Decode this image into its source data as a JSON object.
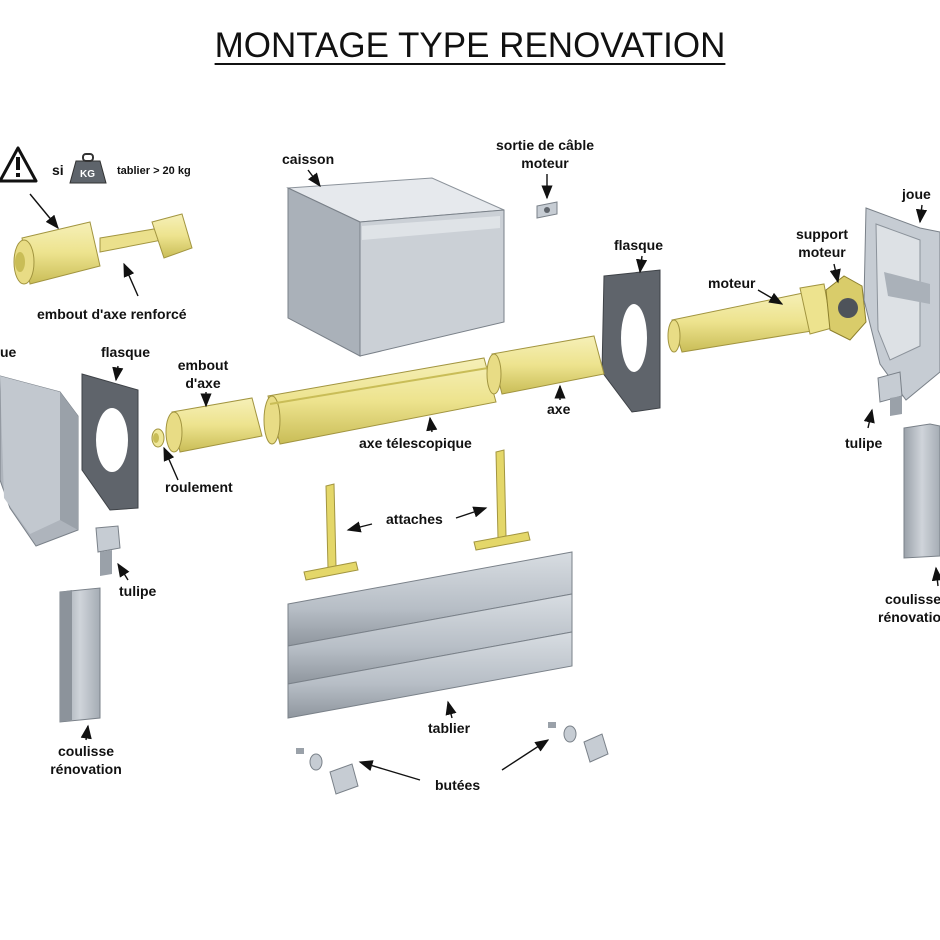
{
  "title": "MONTAGE TYPE RENOVATION",
  "warning": {
    "si": "si",
    "kg": "KG",
    "condition": "tablier > 20 kg"
  },
  "labels": {
    "embout_renforce": "embout d'axe renforcé",
    "caisson": "caisson",
    "sortie_cable_1": "sortie de câble",
    "sortie_cable_2": "moteur",
    "flasque_right": "flasque",
    "joue_right": "joue",
    "support_moteur_1": "support",
    "support_moteur_2": "moteur",
    "moteur": "moteur",
    "joue_left": "ue",
    "flasque_left": "flasque",
    "embout_axe_1": "embout",
    "embout_axe_2": "d'axe",
    "axe_telescopique": "axe télescopique",
    "axe": "axe",
    "roulement": "roulement",
    "tulipe_right": "tulipe",
    "tulipe_left": "tulipe",
    "attaches": "attaches",
    "coulisse_right_1": "coulisse",
    "coulisse_right_2": "rénovation",
    "coulisse_left_1": "coulisse",
    "coulisse_left_2": "rénovation",
    "tablier": "tablier",
    "butees": "butées"
  },
  "colors": {
    "yellow": "#efe79a",
    "yellow_dark": "#c9bd57",
    "grey": "#c6ccd3",
    "grey_dark": "#8c939b",
    "dark_plate": "#5f646b"
  }
}
